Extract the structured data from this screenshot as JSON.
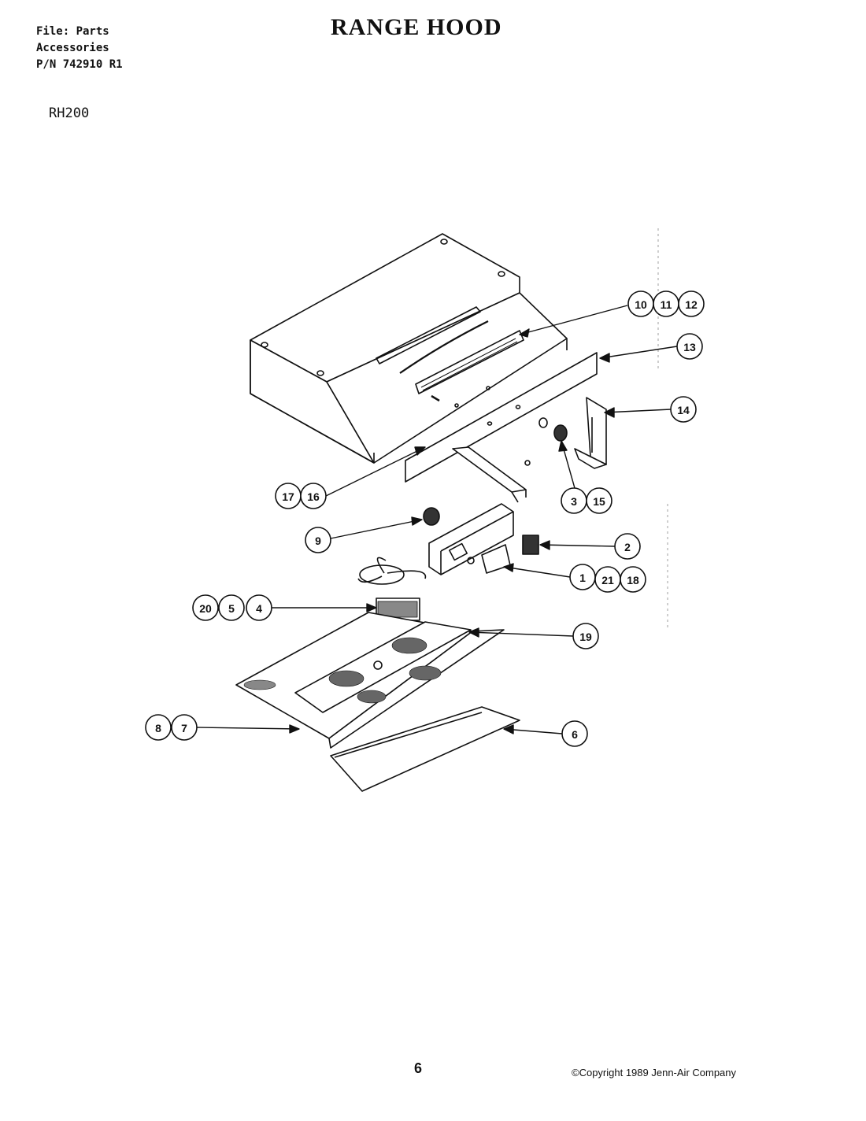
{
  "header": {
    "file_line": "File: Parts",
    "category_line": "Accessories",
    "part_number_line": "P/N 742910 R1",
    "title": "RANGE HOOD",
    "model": "RH200"
  },
  "footer": {
    "page_number": "6",
    "copyright": "©Copyright 1989 Jenn-Air Company"
  },
  "callouts": [
    {
      "id": "c-10-11-12",
      "labels": [
        "10",
        "11",
        "12"
      ]
    },
    {
      "id": "c-13",
      "labels": [
        "13"
      ]
    },
    {
      "id": "c-14",
      "labels": [
        "14"
      ]
    },
    {
      "id": "c-17-16",
      "labels": [
        "17",
        "16"
      ]
    },
    {
      "id": "c-3-15",
      "labels": [
        "3",
        "15"
      ]
    },
    {
      "id": "c-9",
      "labels": [
        "9"
      ]
    },
    {
      "id": "c-2",
      "labels": [
        "2"
      ]
    },
    {
      "id": "c-1-21-18",
      "labels": [
        "1",
        "21",
        "18"
      ]
    },
    {
      "id": "c-20-5-4",
      "labels": [
        "20",
        "5",
        "4"
      ]
    },
    {
      "id": "c-19",
      "labels": [
        "19"
      ]
    },
    {
      "id": "c-8-7",
      "labels": [
        "8",
        "7"
      ]
    },
    {
      "id": "c-6",
      "labels": [
        "6"
      ]
    }
  ]
}
